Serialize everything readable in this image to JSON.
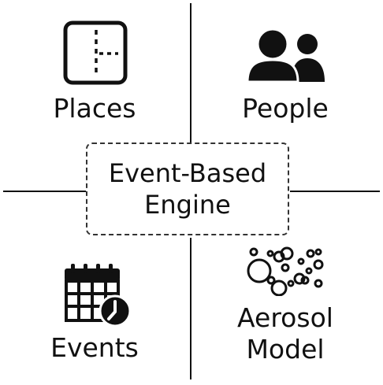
{
  "center": {
    "line1": "Event-Based",
    "line2": "Engine"
  },
  "quadrants": {
    "places": {
      "label": "Places",
      "icon": "floor-plan-icon"
    },
    "people": {
      "label": "People",
      "icon": "people-icon"
    },
    "events": {
      "label": "Events",
      "icon": "calendar-clock-icon"
    },
    "aerosol": {
      "label_line1": "Aerosol",
      "label_line2": "Model",
      "icon": "particles-icon"
    }
  },
  "colors": {
    "ink": "#111111",
    "background": "#ffffff"
  }
}
